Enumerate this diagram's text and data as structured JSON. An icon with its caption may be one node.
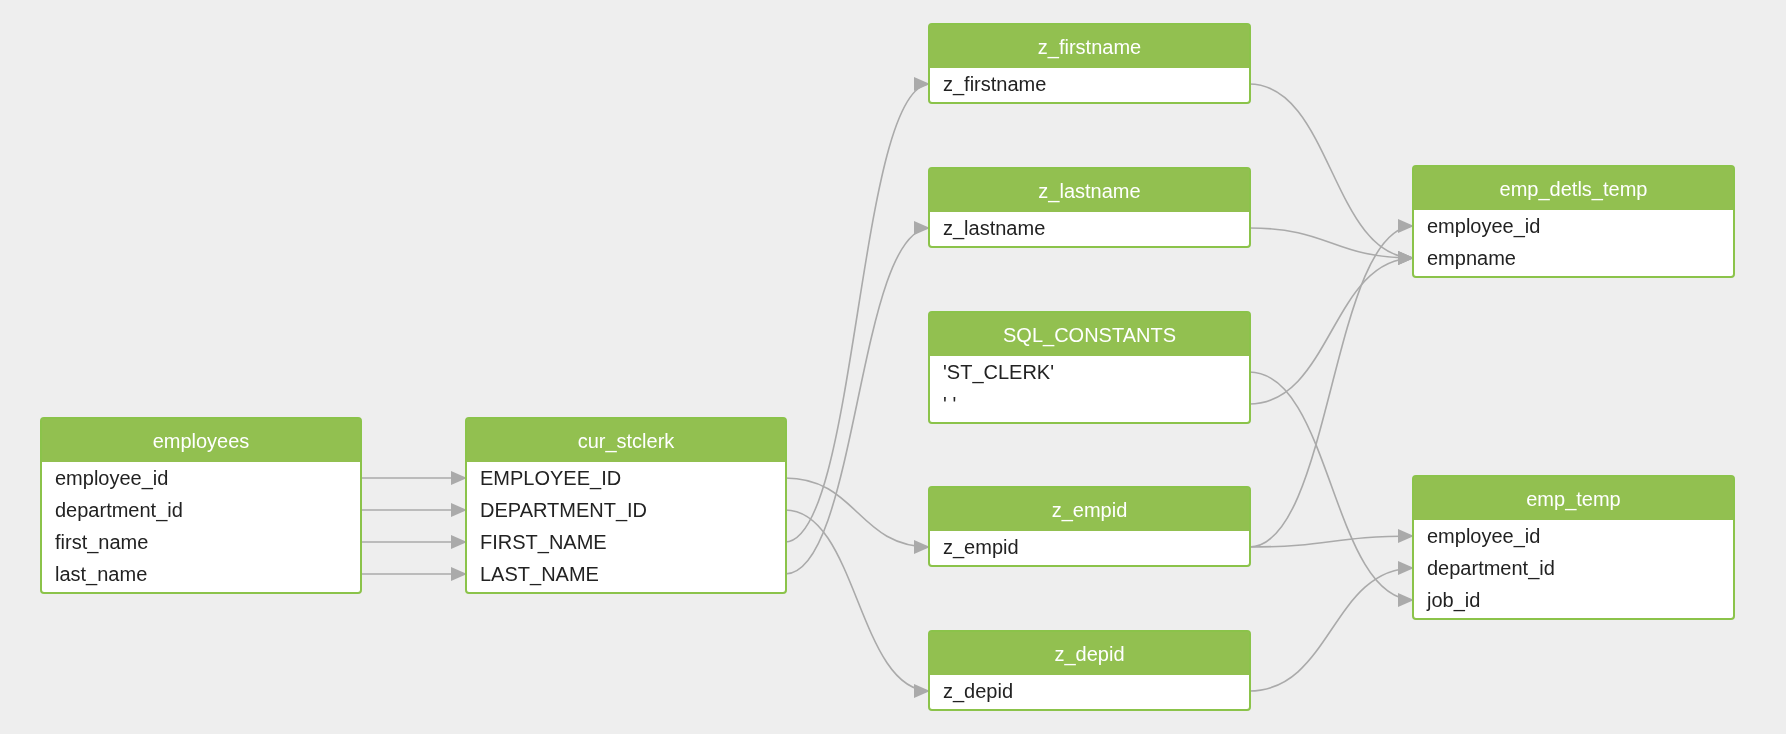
{
  "diagram": {
    "nodes": [
      {
        "text": [
          "employees"
        ]
      },
      {
        "text": [
          "employee_id"
        ],
        "in": 0
      },
      {
        "text": [
          "department_id"
        ],
        "in": 0
      },
      {
        "text": [
          "first_name"
        ],
        "in": 0
      },
      {
        "text": [
          "last_name"
        ],
        "in": 0
      },
      {
        "text": [
          "cur_stclerk"
        ]
      },
      {
        "text": [
          "EMPLOYEE_ID"
        ],
        "in": 5
      },
      {
        "text": [
          "DEPARTMENT_ID"
        ],
        "in": 5
      },
      {
        "text": [
          "FIRST_NAME"
        ],
        "in": 5
      },
      {
        "text": [
          "LAST_NAME"
        ],
        "in": 5
      },
      {
        "text": [
          "z_firstname"
        ]
      },
      {
        "text": [
          "z_firstname"
        ],
        "in": 10
      },
      {
        "text": [
          "z_lastname"
        ]
      },
      {
        "text": [
          "z_lastname"
        ],
        "in": 12
      },
      {
        "text": [
          "SQL_CONSTANTS"
        ]
      },
      {
        "text": [
          "'ST_CLERK'"
        ],
        "in": 14
      },
      {
        "text": [
          "' '"
        ],
        "in": 14
      },
      {
        "text": [
          "z_empid"
        ]
      },
      {
        "text": [
          "z_empid"
        ],
        "in": 17
      },
      {
        "text": [
          "z_depid"
        ]
      },
      {
        "text": [
          "z_depid"
        ],
        "in": 19
      },
      {
        "text": [
          "emp_detls_temp"
        ]
      },
      {
        "text": [
          "employee_id"
        ],
        "in": 21
      },
      {
        "text": [
          "empname"
        ],
        "in": 21
      },
      {
        "text": [
          "emp_temp"
        ]
      },
      {
        "text": [
          "employee_id"
        ],
        "in": 24
      },
      {
        "text": [
          "department_id"
        ],
        "in": 24
      },
      {
        "text": [
          "job_id"
        ],
        "in": 24
      }
    ],
    "edges": [
      {
        "from": 1,
        "to": 6,
        "arrow": "to"
      },
      {
        "from": 2,
        "to": 7,
        "arrow": "to"
      },
      {
        "from": 3,
        "to": 8,
        "arrow": "to"
      },
      {
        "from": 4,
        "to": 9,
        "arrow": "to"
      },
      {
        "from": 8,
        "to": 11,
        "arrow": "to"
      },
      {
        "from": 9,
        "to": 13,
        "arrow": "to"
      },
      {
        "from": 6,
        "to": 18,
        "arrow": "to"
      },
      {
        "from": 7,
        "to": 20,
        "arrow": "to"
      },
      {
        "from": 11,
        "to": 23,
        "arrow": "to"
      },
      {
        "from": 13,
        "to": 23,
        "arrow": "to"
      },
      {
        "from": 16,
        "to": 23,
        "arrow": "to"
      },
      {
        "from": 15,
        "to": 27,
        "arrow": "to"
      },
      {
        "from": 18,
        "to": 22,
        "arrow": "to"
      },
      {
        "from": 18,
        "to": 25,
        "arrow": "to"
      },
      {
        "from": 20,
        "to": 26,
        "arrow": "to"
      }
    ]
  }
}
